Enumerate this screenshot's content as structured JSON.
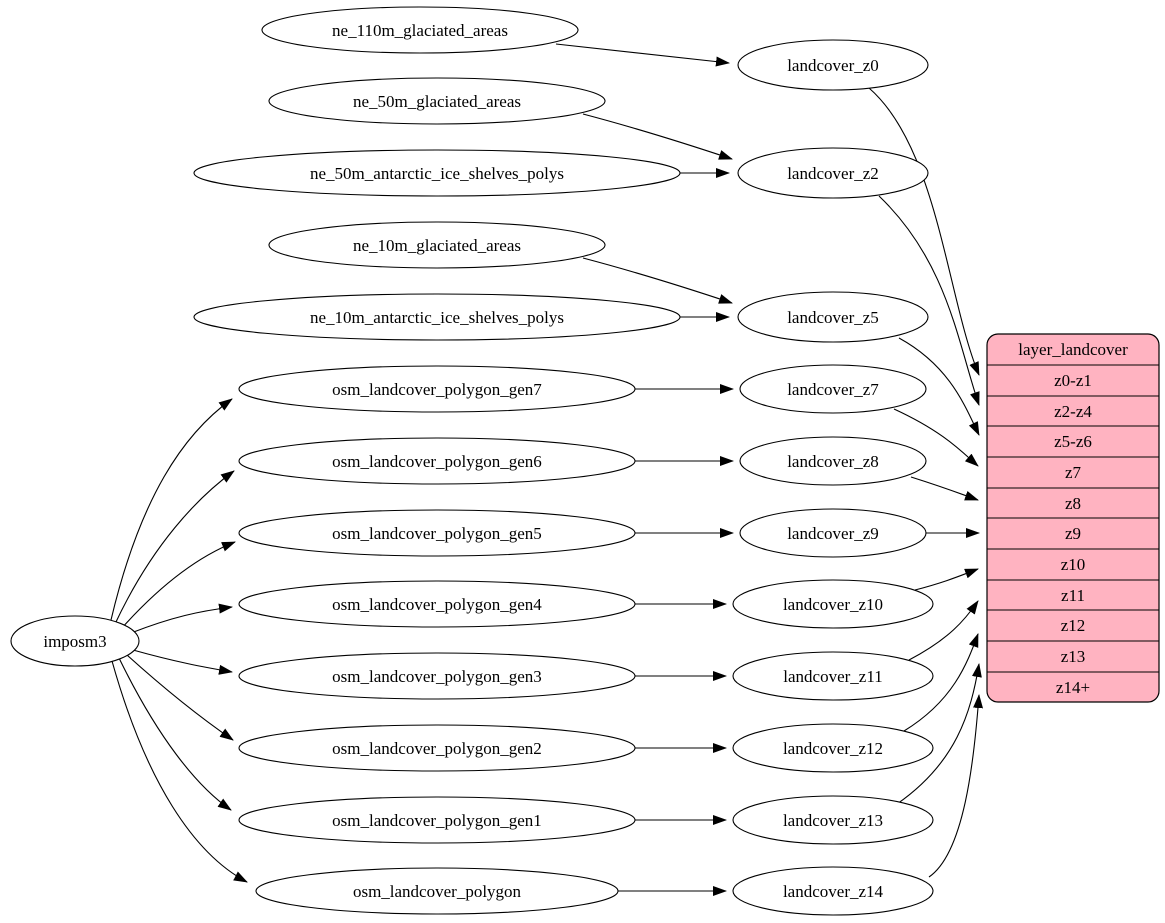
{
  "diagram": {
    "type": "digraph",
    "background": "#ffffff",
    "nodes": {
      "imposm3": "imposm3",
      "ne_110m_glaciated_areas": "ne_110m_glaciated_areas",
      "ne_50m_glaciated_areas": "ne_50m_glaciated_areas",
      "ne_50m_antarctic_ice_shelves_polys": "ne_50m_antarctic_ice_shelves_polys",
      "ne_10m_glaciated_areas": "ne_10m_glaciated_areas",
      "ne_10m_antarctic_ice_shelves_polys": "ne_10m_antarctic_ice_shelves_polys",
      "osm_landcover_polygon_gen7": "osm_landcover_polygon_gen7",
      "osm_landcover_polygon_gen6": "osm_landcover_polygon_gen6",
      "osm_landcover_polygon_gen5": "osm_landcover_polygon_gen5",
      "osm_landcover_polygon_gen4": "osm_landcover_polygon_gen4",
      "osm_landcover_polygon_gen3": "osm_landcover_polygon_gen3",
      "osm_landcover_polygon_gen2": "osm_landcover_polygon_gen2",
      "osm_landcover_polygon_gen1": "osm_landcover_polygon_gen1",
      "osm_landcover_polygon": "osm_landcover_polygon",
      "landcover_z0": "landcover_z0",
      "landcover_z2": "landcover_z2",
      "landcover_z5": "landcover_z5",
      "landcover_z7": "landcover_z7",
      "landcover_z8": "landcover_z8",
      "landcover_z9": "landcover_z9",
      "landcover_z10": "landcover_z10",
      "landcover_z11": "landcover_z11",
      "landcover_z12": "landcover_z12",
      "landcover_z13": "landcover_z13",
      "landcover_z14": "landcover_z14"
    },
    "record": {
      "title": "layer_landcover",
      "rows": [
        "z0-z1",
        "z2-z4",
        "z5-z6",
        "z7",
        "z8",
        "z9",
        "z10",
        "z11",
        "z12",
        "z13",
        "z14+"
      ],
      "fill": "#ffb3c1",
      "stroke": "#000000"
    },
    "edges": [
      {
        "from": "imposm3",
        "to": "osm_landcover_polygon_gen7"
      },
      {
        "from": "imposm3",
        "to": "osm_landcover_polygon_gen6"
      },
      {
        "from": "imposm3",
        "to": "osm_landcover_polygon_gen5"
      },
      {
        "from": "imposm3",
        "to": "osm_landcover_polygon_gen4"
      },
      {
        "from": "imposm3",
        "to": "osm_landcover_polygon_gen3"
      },
      {
        "from": "imposm3",
        "to": "osm_landcover_polygon_gen2"
      },
      {
        "from": "imposm3",
        "to": "osm_landcover_polygon_gen1"
      },
      {
        "from": "imposm3",
        "to": "osm_landcover_polygon"
      },
      {
        "from": "ne_110m_glaciated_areas",
        "to": "landcover_z0"
      },
      {
        "from": "ne_50m_glaciated_areas",
        "to": "landcover_z2"
      },
      {
        "from": "ne_50m_antarctic_ice_shelves_polys",
        "to": "landcover_z2"
      },
      {
        "from": "ne_10m_glaciated_areas",
        "to": "landcover_z5"
      },
      {
        "from": "ne_10m_antarctic_ice_shelves_polys",
        "to": "landcover_z5"
      },
      {
        "from": "osm_landcover_polygon_gen7",
        "to": "landcover_z7"
      },
      {
        "from": "osm_landcover_polygon_gen6",
        "to": "landcover_z8"
      },
      {
        "from": "osm_landcover_polygon_gen5",
        "to": "landcover_z9"
      },
      {
        "from": "osm_landcover_polygon_gen4",
        "to": "landcover_z10"
      },
      {
        "from": "osm_landcover_polygon_gen3",
        "to": "landcover_z11"
      },
      {
        "from": "osm_landcover_polygon_gen2",
        "to": "landcover_z12"
      },
      {
        "from": "osm_landcover_polygon_gen1",
        "to": "landcover_z13"
      },
      {
        "from": "osm_landcover_polygon",
        "to": "landcover_z14"
      },
      {
        "from": "landcover_z0",
        "to": "layer_landcover:z0-z1"
      },
      {
        "from": "landcover_z2",
        "to": "layer_landcover:z2-z4"
      },
      {
        "from": "landcover_z5",
        "to": "layer_landcover:z5-z6"
      },
      {
        "from": "landcover_z7",
        "to": "layer_landcover:z7"
      },
      {
        "from": "landcover_z8",
        "to": "layer_landcover:z8"
      },
      {
        "from": "landcover_z9",
        "to": "layer_landcover:z9"
      },
      {
        "from": "landcover_z10",
        "to": "layer_landcover:z10"
      },
      {
        "from": "landcover_z11",
        "to": "layer_landcover:z11"
      },
      {
        "from": "landcover_z12",
        "to": "layer_landcover:z12"
      },
      {
        "from": "landcover_z13",
        "to": "layer_landcover:z13"
      },
      {
        "from": "landcover_z14",
        "to": "layer_landcover:z14+"
      }
    ]
  }
}
